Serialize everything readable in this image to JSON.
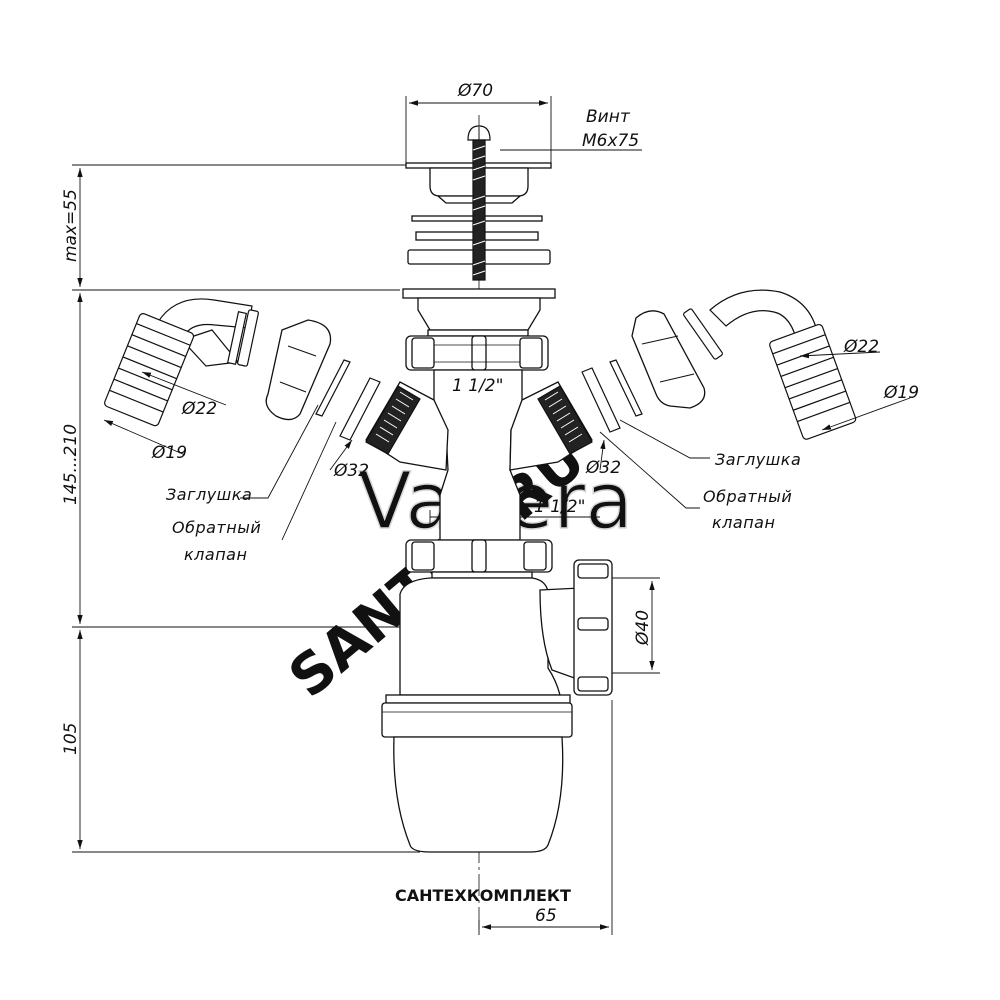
{
  "colors": {
    "line": "#111111",
    "fill": "#ffffff",
    "watermark": "#dcdcdc"
  },
  "dimensions": {
    "drain_diameter": "Ø70",
    "screw_line1": "Винт",
    "screw_line2": "M6x75",
    "height_max": "max=55",
    "height_range": "145...210",
    "height_bottom": "105",
    "outlet_offset": "65",
    "outlet_diameter": "Ø40",
    "thread_top": "1 1/2\"",
    "thread_bottom": "1 1/2\"",
    "left_hose_d22": "Ø22",
    "left_hose_d19": "Ø19",
    "left_branch_d32": "Ø32",
    "right_hose_d22": "Ø22",
    "right_hose_d19": "Ø19",
    "right_branch_d32": "Ø32"
  },
  "labels": {
    "left_plug": "Заглушка",
    "left_valve_1": "Обратный",
    "left_valve_2": "клапан",
    "right_plug": "Заглушка",
    "right_valve_1": "Обратный",
    "right_valve_2": "клапан"
  },
  "watermarks": {
    "brand": "Valtera",
    "site": "SANTEH.RU",
    "company": "САНТЕХКОМПЛЕКТ"
  }
}
